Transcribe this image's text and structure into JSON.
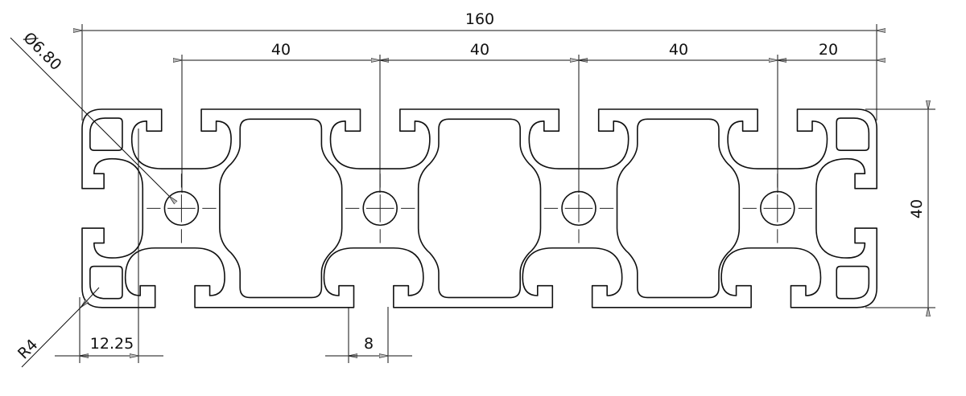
{
  "drawing": {
    "title": "160x40 aluminium T-slot profile cross-section",
    "dimensions": {
      "overall_width": "160",
      "pitch_1": "40",
      "pitch_2": "40",
      "pitch_3": "40",
      "end_offset": "20",
      "height": "40",
      "hole_diameter": "Ø6.80",
      "corner_radius": "R4",
      "slot_depth": "12.25",
      "slot_width": "8"
    }
  }
}
